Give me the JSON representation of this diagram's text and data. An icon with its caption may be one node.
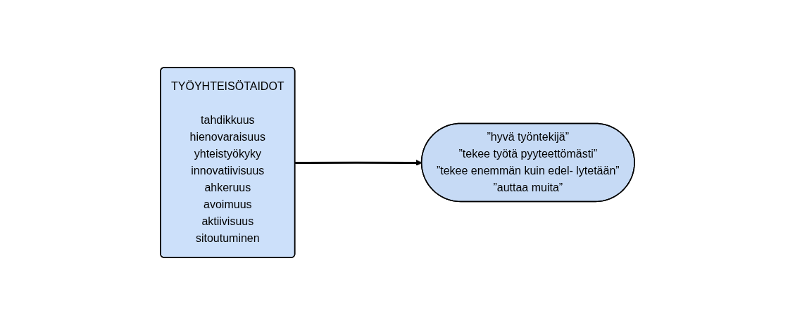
{
  "diagram": {
    "nodes": [
      {
        "text": [
          "TYÖYHTEISÖTAIDOT",
          "tahdikkuus",
          "hienovaraisuus",
          "yhteistyökyky",
          "innovatiivisuus",
          "ahkeruus",
          "avoimuus",
          "aktiivisuus",
          "sitoutuminen"
        ]
      },
      {
        "text": [
          "”hyvä työntekijä”",
          "”tekee työtä pyyteettömästi”",
          "”tekee enemmän kuin edel- lytetään”",
          "”auttaa muita”"
        ]
      }
    ],
    "edges": [
      {
        "from": 0,
        "to": 1,
        "arrow": "to"
      }
    ]
  }
}
